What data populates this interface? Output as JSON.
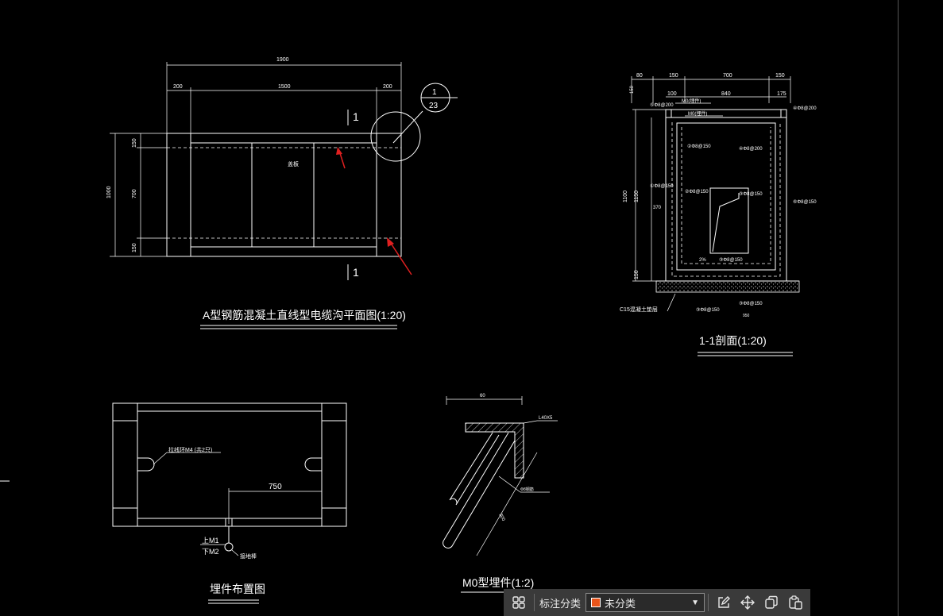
{
  "drawing_a": {
    "title": "A型钢筋混凝土直线型电缆沟平面图(1:20)",
    "dim_total": "1900",
    "dim_left": "200",
    "dim_mid": "1500",
    "dim_right": "200",
    "dim_height": "1000",
    "dim_v1": "150",
    "dim_v2": "700",
    "dim_v3": "150",
    "cut_top": "1",
    "cut_bottom": "1",
    "callout_top": "1",
    "callout_bottom": "23",
    "note": "盖板"
  },
  "drawing_section": {
    "title": "1-1剖面(1:20)",
    "dim_80": "80",
    "dim_150a": "150",
    "dim_700": "700",
    "dim_150b": "150",
    "dim_100": "100",
    "dim_840": "840",
    "dim_175": "175",
    "dim_150c": "150",
    "dim_1100": "1100",
    "dim_1150": "1150",
    "dim_150v": "150",
    "lbl_m0": "M0(埋件)",
    "lbl_m0b": "M0(埋件)",
    "lbl_r1": "⑤Φ8@200",
    "lbl_r2": "④Φ8@200",
    "lbl_r3": "②Φ8@150",
    "lbl_r4": "①Φ8@150",
    "lbl_r5": "③Φ8@150",
    "lbl_r6": "②Φ8@150",
    "lbl_r7": "④Φ8@200",
    "lbl_r8": "③Φ8@150",
    "lbl_r9": "③Φ8@150",
    "lbl_r10": "⑥Φ8@150",
    "lbl_370": "370",
    "lbl_c15": "C15混凝土垫层",
    "lbl_2": "2%",
    "lbl_950": "950"
  },
  "drawing_embed": {
    "title": "埋件布置图",
    "dim_750": "750",
    "note_pull": "拉线环M4 (共2只)",
    "lbl_m1": "上M1",
    "lbl_m2": "下M2",
    "lbl_ground": "接地棒"
  },
  "drawing_m0": {
    "title": "M0型埋件(1:2)",
    "dim_60": "60",
    "lbl_angle": "L40X5",
    "dim_300": "300",
    "lbl_bar": "Φ8钢筋"
  },
  "toolbar": {
    "label": "标注分类",
    "select_value": "未分类",
    "swatch_color": "#e8541a"
  }
}
